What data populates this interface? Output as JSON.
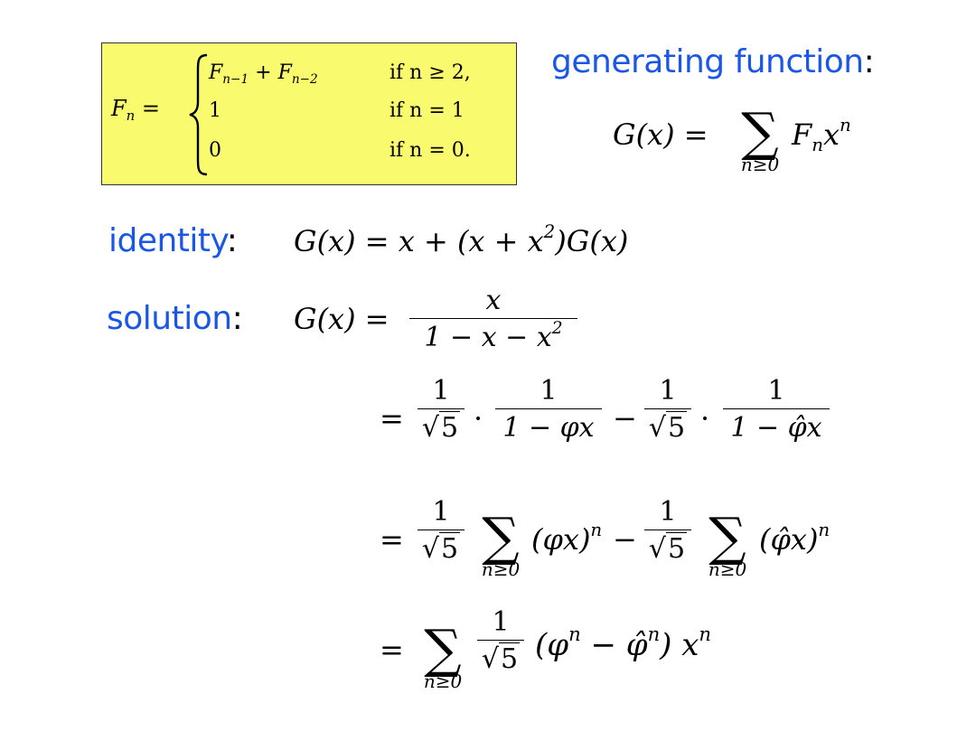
{
  "definition": {
    "lhs": "F",
    "lhs_sub": "n",
    "cases": [
      {
        "expr_a": "F",
        "sub_a": "n−1",
        "plus": " + ",
        "expr_b": "F",
        "sub_b": "n−2",
        "cond": "if n ≥ 2,"
      },
      {
        "value": "1",
        "cond": "if n = 1"
      },
      {
        "value": "0",
        "cond": "if n = 0."
      }
    ]
  },
  "labels": {
    "generating_function": "generating function",
    "identity": "identity",
    "solution": "solution",
    "colon": ":"
  },
  "gf": {
    "lhs": "G(x) =",
    "sum_sub": "n≥0",
    "term": "F",
    "term_sub": "n",
    "term_x": "x",
    "term_sup": "n"
  },
  "identity_eq": {
    "text": "G(x) = x + (x + x",
    "sup": "2",
    "tail": ")G(x)"
  },
  "solution_eq": {
    "lhs": "G(x) =",
    "num": "x",
    "den": "1 − x − x",
    "den_sup": "2"
  },
  "line2": {
    "one": "1",
    "five": "5",
    "dot": "·",
    "minus": "−",
    "den1": "1 − φx",
    "den2": "1 − φ̂x"
  },
  "line3": {
    "term1": "(φx)",
    "term2": "(φ̂x)",
    "sup": "n",
    "sum_sub": "n≥0"
  },
  "line4": {
    "paren": "(φ",
    "sup": "n",
    "minus": " − φ̂",
    "close": ")",
    "x": "x"
  },
  "eq": "="
}
